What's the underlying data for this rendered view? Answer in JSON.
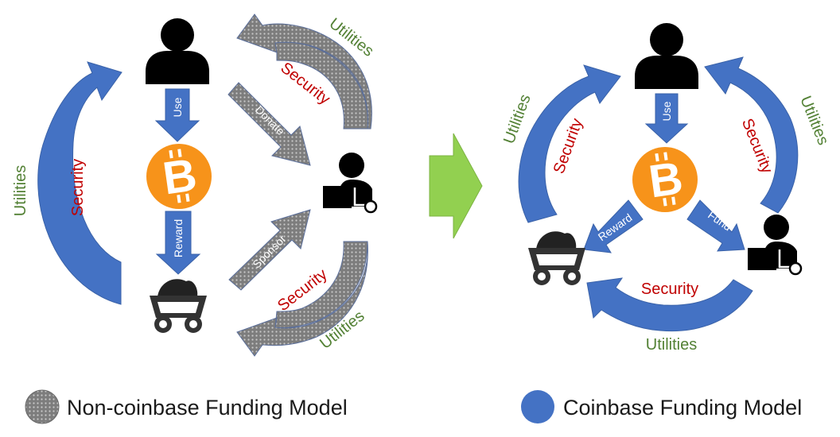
{
  "left_model": {
    "legend": "Non-coinbase Funding Model",
    "user_to_coin": "Use",
    "coin_to_miner": "Reward",
    "user_to_sponsor": "Donate",
    "sponsor_to_miner": "Sponsor",
    "left_loop_outer": "Utilities",
    "left_loop_inner": "Security",
    "top_loop_outer": "Utilities",
    "top_loop_inner": "Security",
    "bottom_loop_inner": "Security",
    "bottom_loop_outer": "Utilities"
  },
  "right_model": {
    "legend": "Coinbase Funding Model",
    "user_to_coin": "Use",
    "coin_to_miner": "Reward",
    "coin_to_sponsor": "Fund",
    "left_loop_outer": "Utilities",
    "left_loop_inner": "Security",
    "right_loop_outer": "Utilities",
    "right_loop_inner": "Security",
    "bottom_loop_inner": "Security",
    "bottom_loop_outer": "Utilities"
  },
  "colors": {
    "blue": "#4472c4",
    "gray_dotted": "#7f7f7f",
    "green_arrow": "#92d050",
    "bitcoin_orange": "#f7931a",
    "utilities_green": "#538135",
    "security_red": "#c00000"
  },
  "icons": [
    "user-icon",
    "bitcoin-icon",
    "miner-cart-icon",
    "sponsor-icon"
  ]
}
